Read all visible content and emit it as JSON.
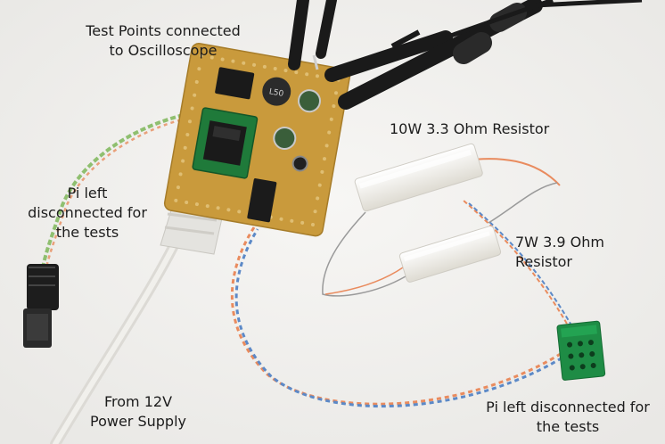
{
  "labels": {
    "test_points": [
      "Test Points connected",
      "to Oscilloscope"
    ],
    "pi_left_1": [
      "Pi left",
      "disconnected for",
      "the tests"
    ],
    "resistor_10w": "10W 3.3 Ohm Resistor",
    "resistor_7w": [
      "7W 3.9 Ohm",
      "Resistor"
    ],
    "power_supply": [
      "From 12V",
      "Power Supply"
    ],
    "pi_left_2": [
      "Pi left disconnected for",
      "the tests"
    ]
  },
  "components": {
    "inductor_marking": "L50"
  },
  "colors": {
    "background": "#f3f2f0",
    "pcb": "#c99a3c",
    "pcb_pad": "#e2c27a",
    "probe": "#1a1a1a",
    "resistor": "#f4f2ec",
    "terminal_block": "#1e8c45",
    "ethernet_jack": "#1f7a3a",
    "cable": "#e6e5e1",
    "wire_orange": "#e98b5e",
    "wire_blue": "#5c89c7"
  }
}
